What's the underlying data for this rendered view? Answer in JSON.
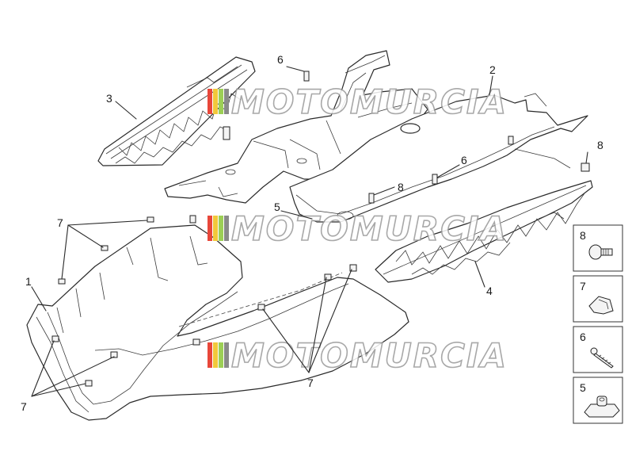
{
  "watermark": {
    "text": "MOTOMURCIA",
    "stripe_colors": [
      "#e8473a",
      "#f2c83a",
      "#9ccf55",
      "#8a8a8a"
    ]
  },
  "callouts": {
    "p1": "1",
    "p2": "2",
    "p3": "3",
    "p4": "4",
    "p5": "5",
    "p6a": "6",
    "p6b": "6",
    "p7a": "7",
    "p7b": "7",
    "p7c": "7",
    "p8a": "8",
    "p8b": "8"
  },
  "legend": {
    "items": [
      {
        "number": "8",
        "icon": "screw-bolt-icon"
      },
      {
        "number": "7",
        "icon": "u-clip-nut-icon"
      },
      {
        "number": "6",
        "icon": "self-tapping-screw-icon"
      },
      {
        "number": "5",
        "icon": "spring-nut-icon"
      }
    ]
  }
}
